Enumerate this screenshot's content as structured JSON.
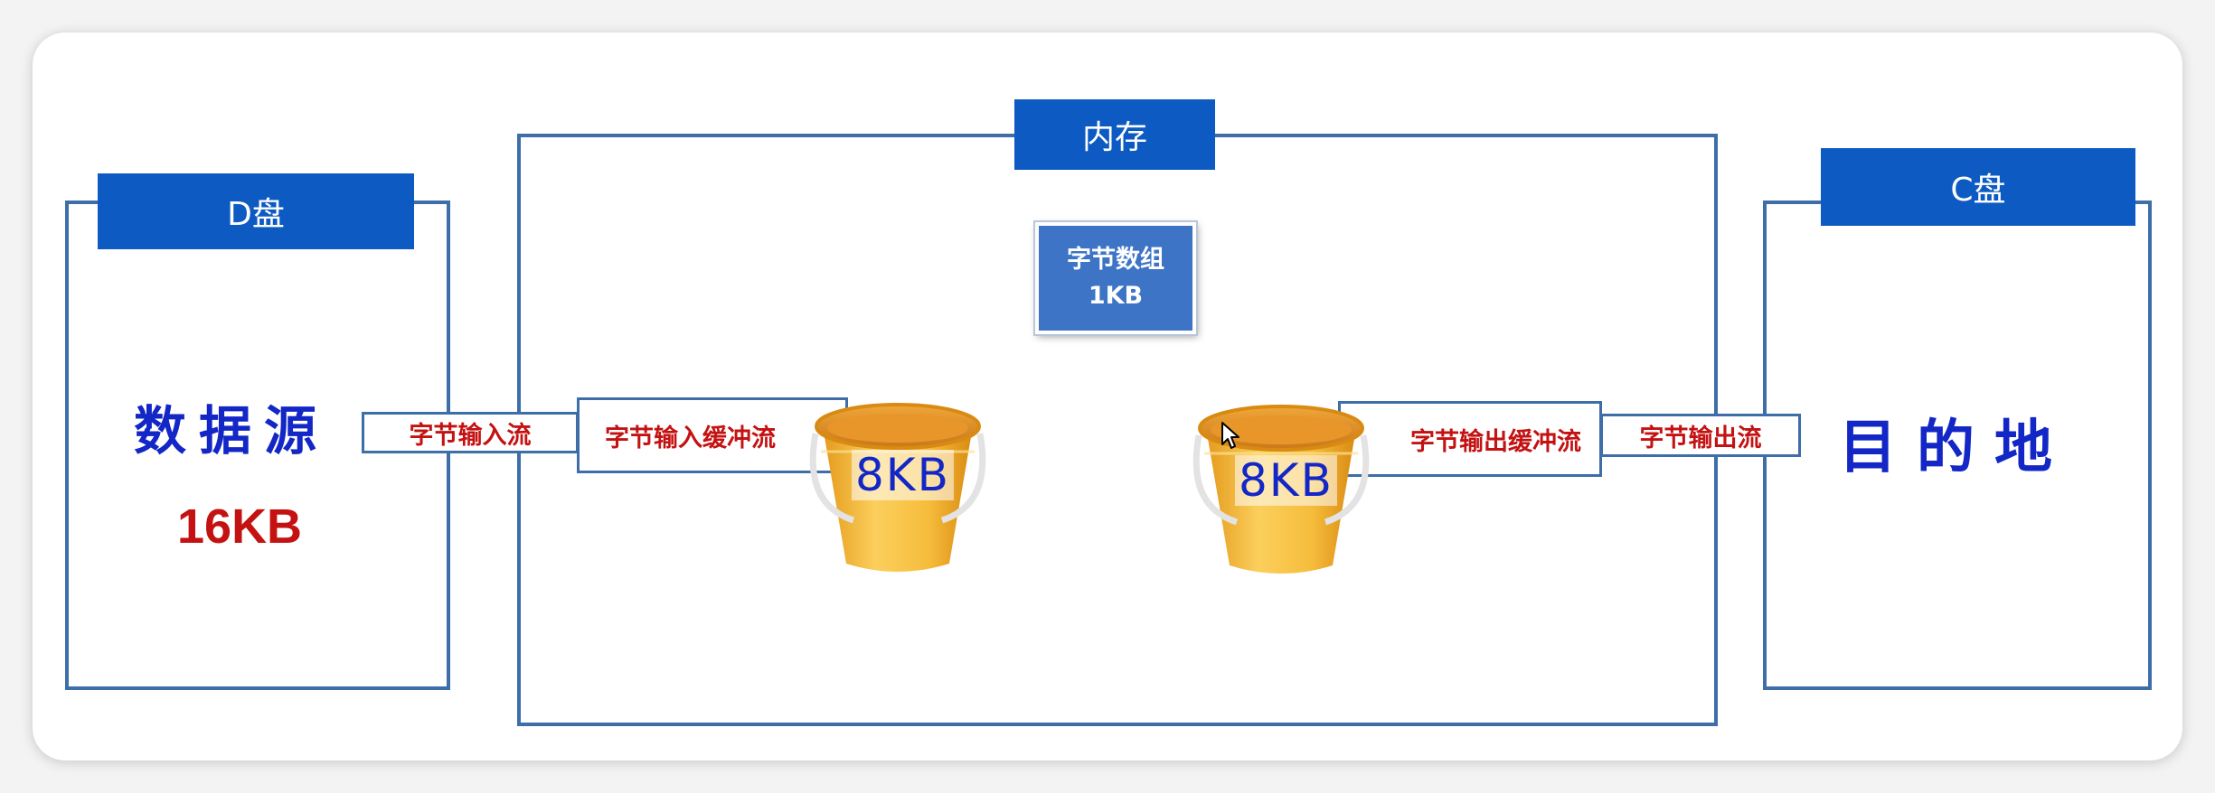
{
  "d_disk": {
    "title": "D盘",
    "source_label": "数据源",
    "size": "16KB"
  },
  "memory": {
    "title": "内存",
    "array_line1": "字节数组",
    "array_line2": "1KB",
    "input_buffer": {
      "label": "字节输入缓冲流",
      "bucket_text": "8KB"
    },
    "output_buffer": {
      "label": "字节输出缓冲流",
      "bucket_text": "8KB"
    }
  },
  "c_disk": {
    "title": "C盘",
    "dest_label": "目的地"
  },
  "streams": {
    "input": "字节输入流",
    "output": "字节输出流"
  },
  "colors": {
    "header": "#0d5bc2",
    "border": "#3d6ea8",
    "red_text": "#c41212",
    "blue_text": "#1326c6",
    "bucket": "#f5b738"
  }
}
